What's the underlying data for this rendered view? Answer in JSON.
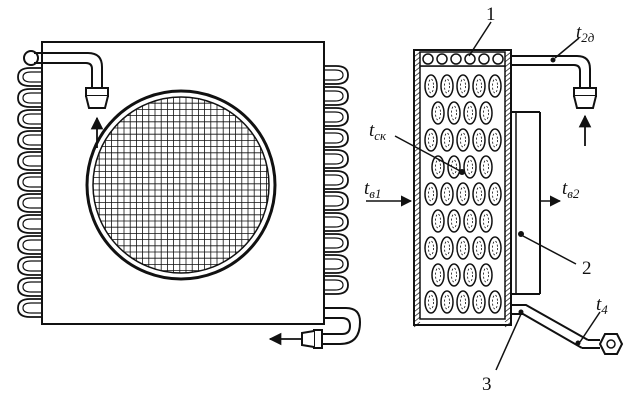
{
  "labels": {
    "part1": "1",
    "part2": "2",
    "part3": "3",
    "t2d_main": "t",
    "t2d_sub": "2д",
    "tsk_main": "t",
    "tsk_sub": "ск",
    "tb1_main": "t",
    "tb1_sub": "в1",
    "tb2_main": "t",
    "tb2_sub": "в2",
    "t4_main": "t",
    "t4_sub": "4"
  },
  "colors": {
    "stroke": "#111111",
    "background": "#ffffff"
  }
}
